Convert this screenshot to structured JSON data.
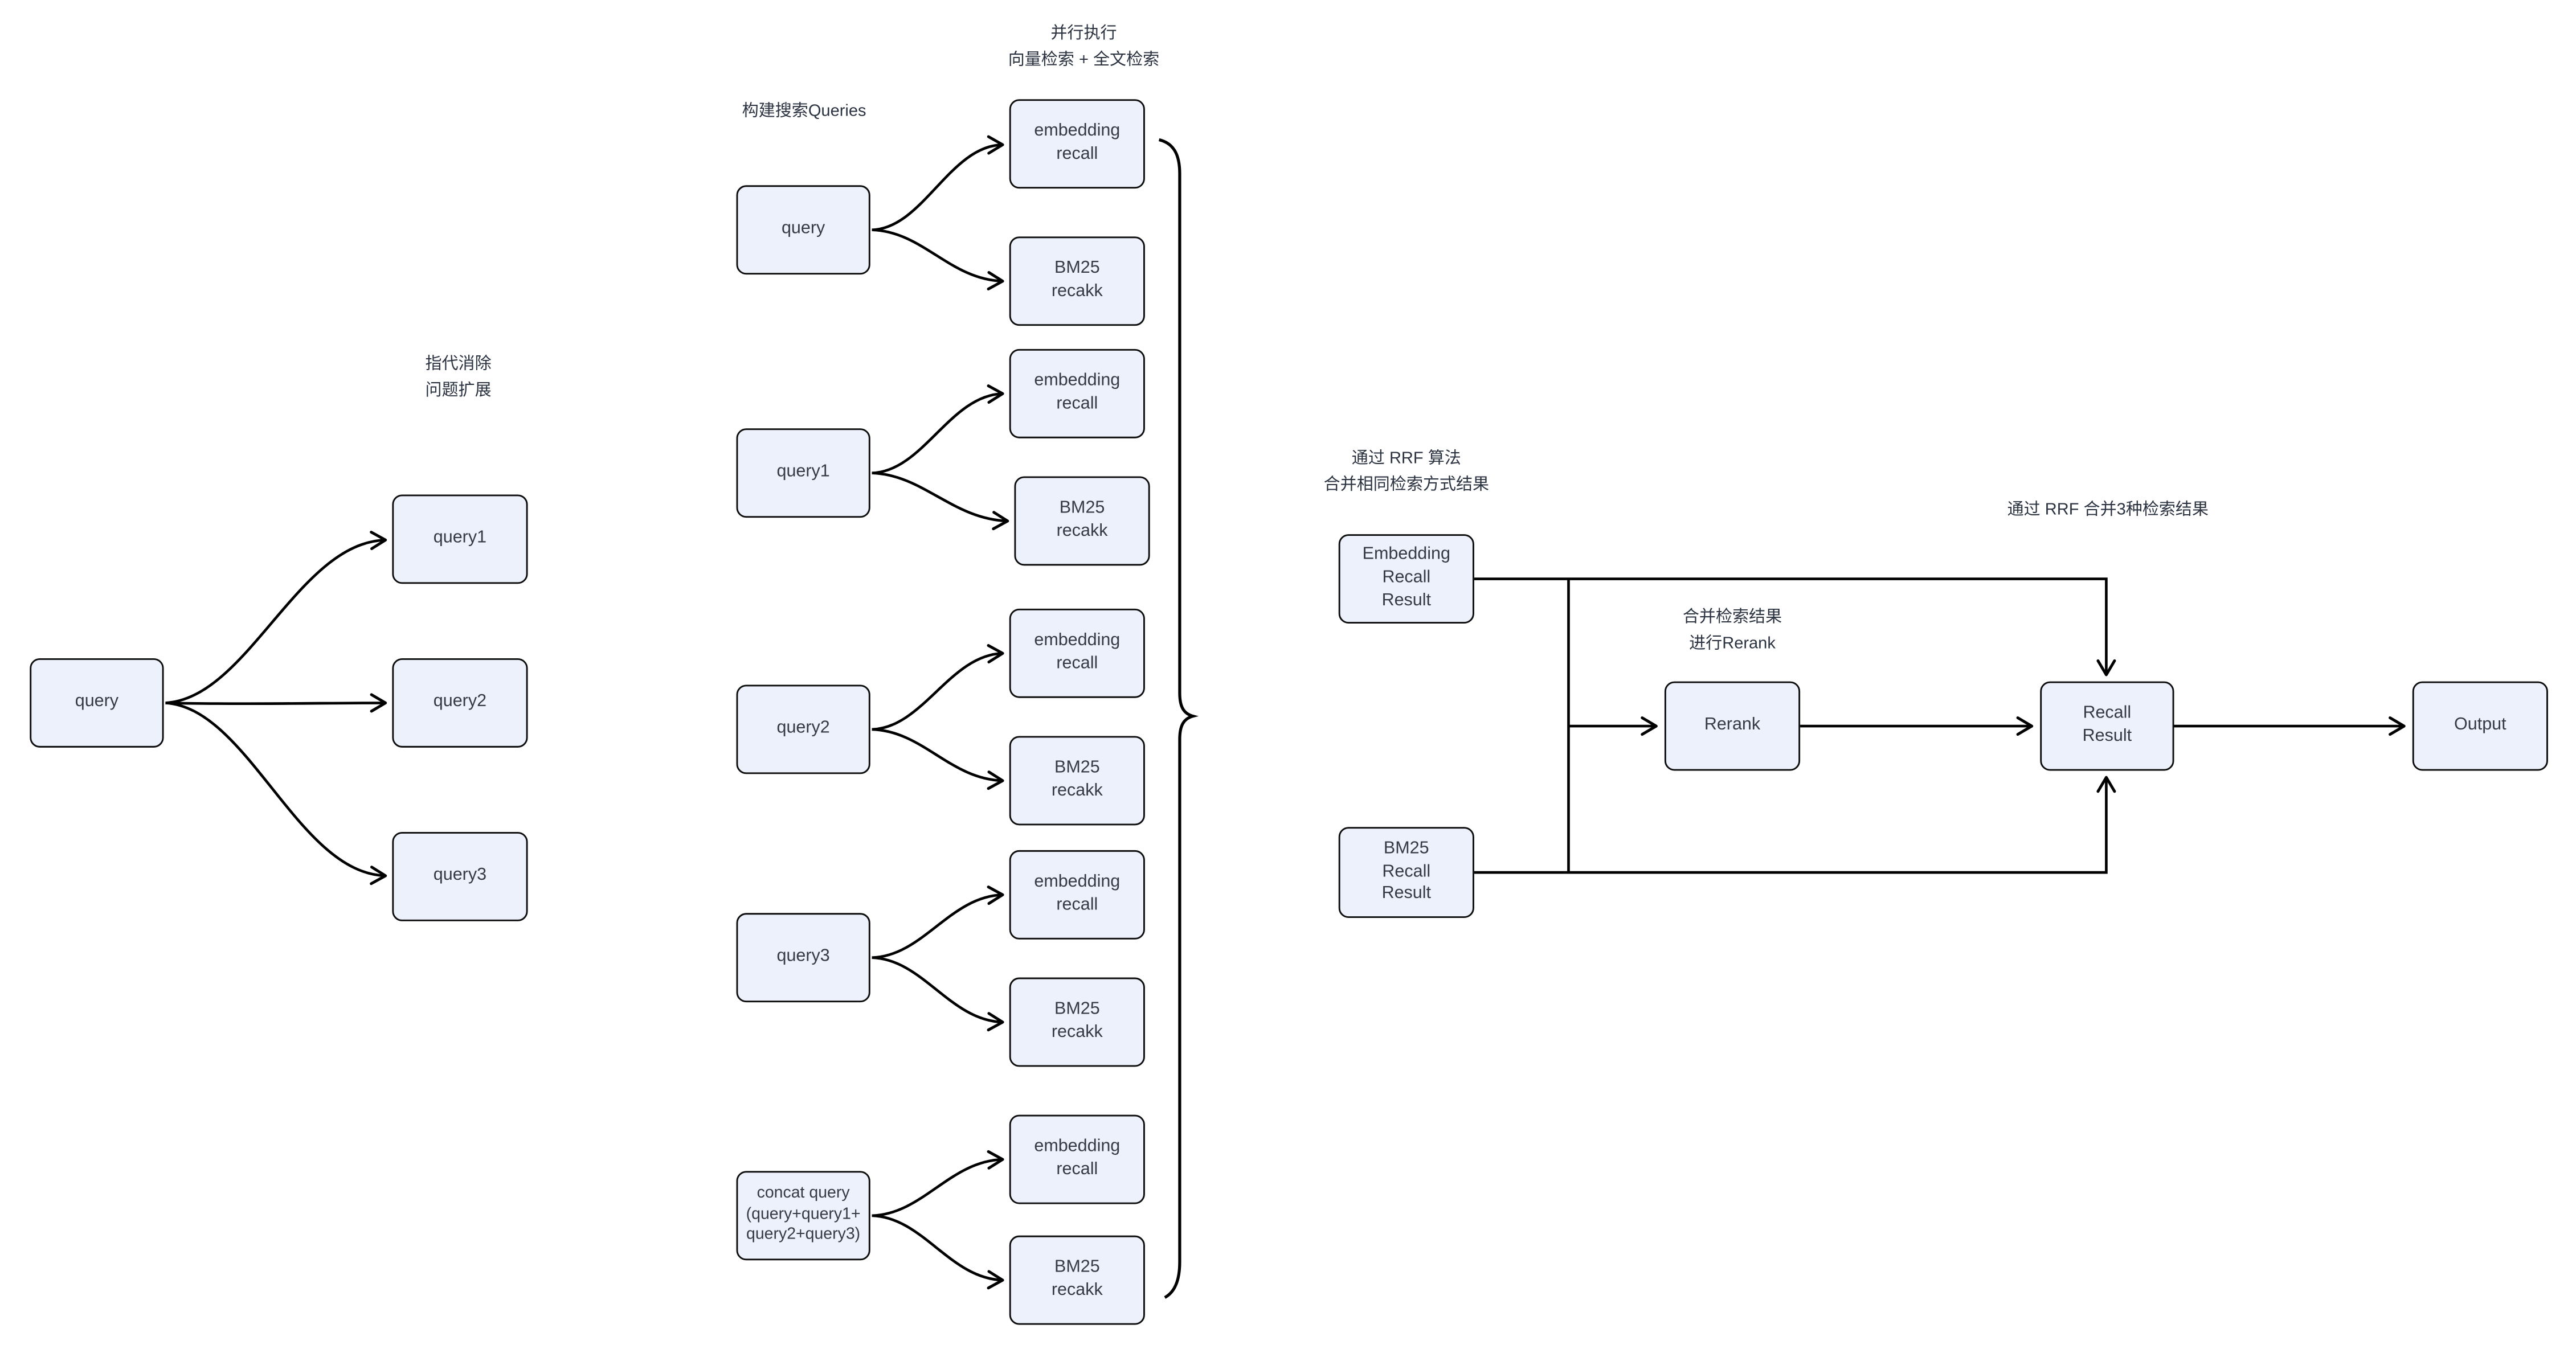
{
  "diagram": {
    "annotations": {
      "parallel_execution": "并行执行\n向量检索 + 全文检索",
      "build_queries": "构建搜索Queries",
      "coreference_expansion": "指代消除\n问题扩展",
      "rrf_same_method": "通过 RRF 算法\n合并相同检索方式结果",
      "merge_rerank": "合并检索结果\n进行Rerank",
      "rrf_three_results": "通过 RRF 合并3种检索结果"
    },
    "left_flow": {
      "query": "query",
      "expanded": [
        "query1",
        "query2",
        "query3"
      ]
    },
    "middle_flow": {
      "queries": [
        "query",
        "query1",
        "query2",
        "query3",
        "concat query\n(query+query1+\nquery2+query3)"
      ],
      "embedding_label": "embedding\nrecall",
      "bm25_label": "BM25\nrecakk"
    },
    "right_flow": {
      "embedding_result": "Embedding\nRecall\nResult",
      "bm25_result": "BM25\nRecall\nResult",
      "rerank": "Rerank",
      "recall_result": "Recall\nResult",
      "output": "Output"
    },
    "colors": {
      "node_fill": "#edf1fb",
      "node_border": "#0d0d0d",
      "node_text": "#343a46",
      "line": "#000000",
      "background": "#ffffff"
    }
  }
}
